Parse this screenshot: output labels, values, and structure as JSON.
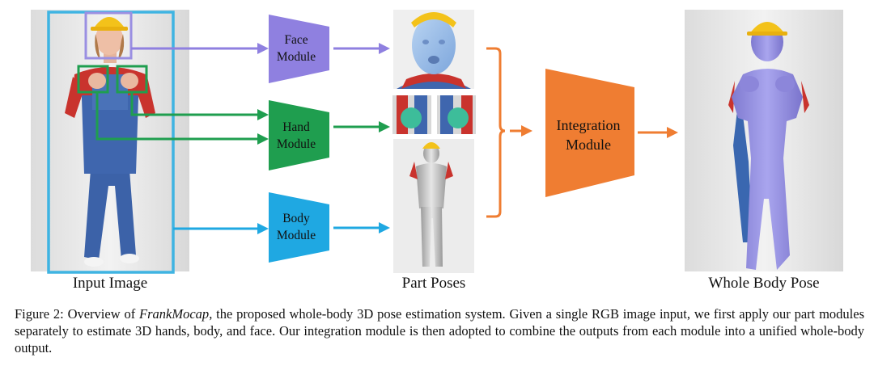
{
  "colors": {
    "face": "#8f80e0",
    "hand": "#1f9e4f",
    "body": "#1fa8e2",
    "integration": "#ef7d32",
    "input_box": "#3fb4e2"
  },
  "modules": {
    "face": {
      "line1": "Face",
      "line2": "Module"
    },
    "hand": {
      "line1": "Hand",
      "line2": "Module"
    },
    "body": {
      "line1": "Body",
      "line2": "Module"
    },
    "integration": {
      "line1": "Integration",
      "line2": "Module"
    }
  },
  "labels": {
    "input": "Input Image",
    "parts": "Part Poses",
    "whole": "Whole Body Pose"
  },
  "caption": {
    "prefix": "Figure 2:  Overview of ",
    "name": "FrankMocap",
    "rest": ", the proposed whole-body 3D pose estimation system.  Given a single RGB image input, we first apply our part modules separately to estimate 3D hands, body, and face.  Our integration module is then adopted to combine the outputs from each module into a unified whole-body output."
  }
}
